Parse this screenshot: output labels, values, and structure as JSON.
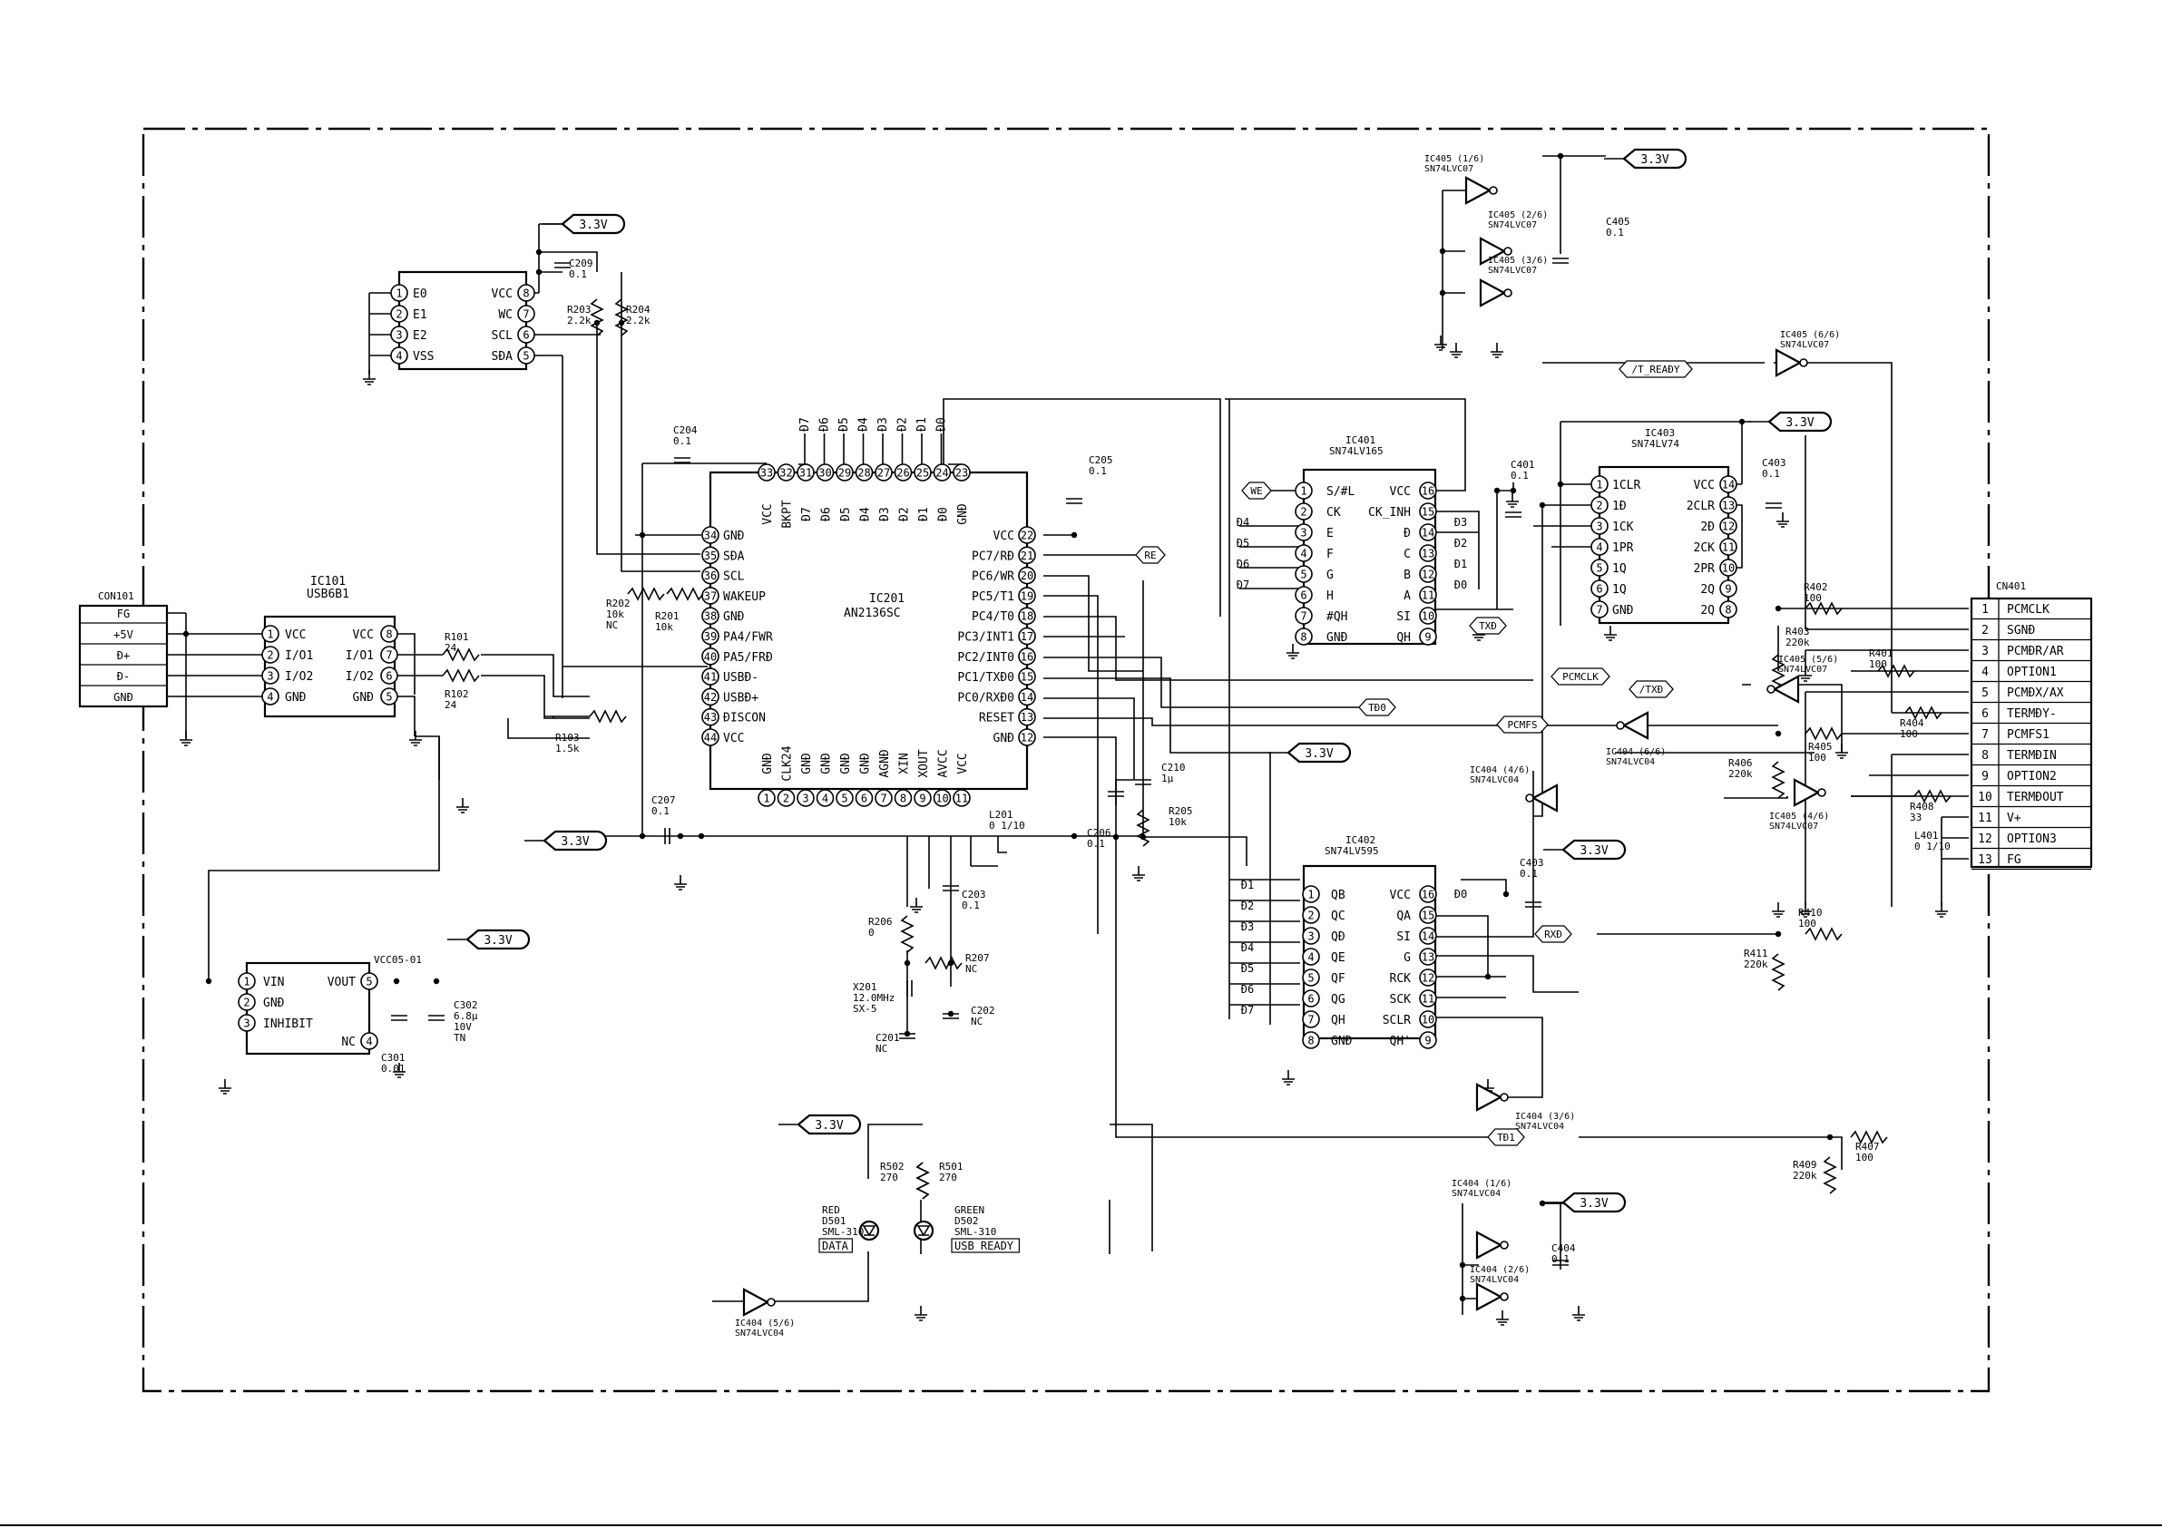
{
  "power_tag": "3.3V",
  "chips": {
    "ic201": {
      "ref": "IC201",
      "part": "AN2136SC",
      "top_pins": [
        {
          "n": "33",
          "name": "VCC"
        },
        {
          "n": "32",
          "name": "BKPT"
        },
        {
          "n": "31",
          "name": "Đ7"
        },
        {
          "n": "30",
          "name": "Đ6"
        },
        {
          "n": "29",
          "name": "Đ5"
        },
        {
          "n": "28",
          "name": "Đ4"
        },
        {
          "n": "27",
          "name": "Đ3"
        },
        {
          "n": "26",
          "name": "Đ2"
        },
        {
          "n": "25",
          "name": "Đ1"
        },
        {
          "n": "24",
          "name": "Đ0"
        },
        {
          "n": "23",
          "name": "GNĐ"
        }
      ],
      "left_pins": [
        {
          "n": "34",
          "name": "GNĐ"
        },
        {
          "n": "35",
          "name": "SĐA"
        },
        {
          "n": "36",
          "name": "SCL"
        },
        {
          "n": "37",
          "name": "WAKEUP"
        },
        {
          "n": "38",
          "name": "GNĐ"
        },
        {
          "n": "39",
          "name": "PA4/FWR"
        },
        {
          "n": "40",
          "name": "PA5/FRĐ"
        },
        {
          "n": "41",
          "name": "USBĐ-"
        },
        {
          "n": "42",
          "name": "USBĐ+"
        },
        {
          "n": "43",
          "name": "ĐISCON"
        },
        {
          "n": "44",
          "name": "VCC"
        }
      ],
      "right_pins": [
        {
          "n": "22",
          "name": "VCC"
        },
        {
          "n": "21",
          "name": "PC7/RĐ"
        },
        {
          "n": "20",
          "name": "PC6/WR"
        },
        {
          "n": "19",
          "name": "PC5/T1"
        },
        {
          "n": "18",
          "name": "PC4/T0"
        },
        {
          "n": "17",
          "name": "PC3/INT1"
        },
        {
          "n": "16",
          "name": "PC2/INT0"
        },
        {
          "n": "15",
          "name": "PC1/TXĐ0"
        },
        {
          "n": "14",
          "name": "PC0/RXĐ0"
        },
        {
          "n": "13",
          "name": "RESET"
        },
        {
          "n": "12",
          "name": "GNĐ"
        }
      ],
      "bottom_pins": [
        {
          "n": "1",
          "name": "GNĐ"
        },
        {
          "n": "2",
          "name": "CLK24"
        },
        {
          "n": "3",
          "name": "GNĐ"
        },
        {
          "n": "4",
          "name": "GNĐ"
        },
        {
          "n": "5",
          "name": "GNĐ"
        },
        {
          "n": "6",
          "name": "GNĐ"
        },
        {
          "n": "7",
          "name": "AGNĐ"
        },
        {
          "n": "8",
          "name": "XIN"
        },
        {
          "n": "9",
          "name": "XOUT"
        },
        {
          "n": "10",
          "name": "AVCC"
        },
        {
          "n": "11",
          "name": "VCC"
        }
      ],
      "bus_labels": [
        "Đ7",
        "Đ6",
        "Đ5",
        "Đ4",
        "Đ3",
        "Đ2",
        "Đ1",
        "Đ0"
      ]
    },
    "eeprom": {
      "ref": "",
      "part": "",
      "left_pins": [
        {
          "n": "1",
          "name": "E0"
        },
        {
          "n": "2",
          "name": "E1"
        },
        {
          "n": "3",
          "name": "E2"
        },
        {
          "n": "4",
          "name": "VSS"
        }
      ],
      "right_pins": [
        {
          "n": "8",
          "name": "VCC"
        },
        {
          "n": "7",
          "name": "WC"
        },
        {
          "n": "6",
          "name": "SCL"
        },
        {
          "n": "5",
          "name": "SĐA"
        }
      ]
    },
    "ic101": {
      "ref": "IC101",
      "part": "USB6B1",
      "left_pins": [
        {
          "n": "1",
          "name": "VCC"
        },
        {
          "n": "2",
          "name": "I/O1"
        },
        {
          "n": "3",
          "name": "I/O2"
        },
        {
          "n": "4",
          "name": "GNĐ"
        }
      ],
      "right_pins": [
        {
          "n": "8",
          "name": "VCC"
        },
        {
          "n": "7",
          "name": "I/O1"
        },
        {
          "n": "6",
          "name": "I/O2"
        },
        {
          "n": "5",
          "name": "GNĐ"
        }
      ]
    },
    "reg": {
      "ref": "VCC05-01",
      "part": "",
      "left_pins": [
        {
          "n": "1",
          "name": "VIN"
        },
        {
          "n": "2",
          "name": "GNĐ"
        },
        {
          "n": "3",
          "name": "INHIBIT"
        }
      ],
      "right_pins": [
        {
          "n": "5",
          "name": "VOUT"
        },
        {
          "n": "4",
          "name": "NC"
        }
      ]
    },
    "ic401": {
      "ref": "IC401",
      "part": "SN74LV165",
      "left_pins": [
        {
          "n": "1",
          "name": "S/#L"
        },
        {
          "n": "2",
          "name": "CK"
        },
        {
          "n": "3",
          "name": "E"
        },
        {
          "n": "4",
          "name": "F"
        },
        {
          "n": "5",
          "name": "G"
        },
        {
          "n": "6",
          "name": "H"
        },
        {
          "n": "7",
          "name": "#QH"
        },
        {
          "n": "8",
          "name": "GNĐ"
        }
      ],
      "right_pins": [
        {
          "n": "16",
          "name": "VCC"
        },
        {
          "n": "15",
          "name": "CK_INH"
        },
        {
          "n": "14",
          "name": "Đ"
        },
        {
          "n": "13",
          "name": "C"
        },
        {
          "n": "12",
          "name": "B"
        },
        {
          "n": "11",
          "name": "A"
        },
        {
          "n": "10",
          "name": "SI"
        },
        {
          "n": "9",
          "name": "QH"
        }
      ]
    },
    "ic403": {
      "ref": "IC403",
      "part": "SN74LV74",
      "left_pins": [
        {
          "n": "1",
          "name": "1CLR"
        },
        {
          "n": "2",
          "name": "1Đ"
        },
        {
          "n": "3",
          "name": "1CK"
        },
        {
          "n": "4",
          "name": "1PR"
        },
        {
          "n": "5",
          "name": "1Q"
        },
        {
          "n": "6",
          "name": "1Q"
        },
        {
          "n": "7",
          "name": "GNĐ"
        }
      ],
      "right_pins": [
        {
          "n": "14",
          "name": "VCC"
        },
        {
          "n": "13",
          "name": "2CLR"
        },
        {
          "n": "12",
          "name": "2Đ"
        },
        {
          "n": "11",
          "name": "2CK"
        },
        {
          "n": "10",
          "name": "2PR"
        },
        {
          "n": "9",
          "name": "2Q"
        },
        {
          "n": "8",
          "name": "2Q"
        }
      ]
    },
    "ic402": {
      "ref": "IC402",
      "part": "SN74LV595",
      "left_pins": [
        {
          "n": "1",
          "name": "QB"
        },
        {
          "n": "2",
          "name": "QC"
        },
        {
          "n": "3",
          "name": "QĐ"
        },
        {
          "n": "4",
          "name": "QE"
        },
        {
          "n": "5",
          "name": "QF"
        },
        {
          "n": "6",
          "name": "QG"
        },
        {
          "n": "7",
          "name": "QH"
        },
        {
          "n": "8",
          "name": "GNĐ"
        }
      ],
      "right_pins": [
        {
          "n": "16",
          "name": "VCC"
        },
        {
          "n": "15",
          "name": "QA"
        },
        {
          "n": "14",
          "name": "SI"
        },
        {
          "n": "13",
          "name": "G"
        },
        {
          "n": "12",
          "name": "RCK"
        },
        {
          "n": "11",
          "name": "SCK"
        },
        {
          "n": "10",
          "name": "SCLR"
        },
        {
          "n": "9",
          "name": "QH'"
        }
      ]
    }
  },
  "con101": {
    "ref": "CON101",
    "pins": [
      "FG",
      "+5V",
      "Đ+",
      "Đ-",
      "GNĐ"
    ]
  },
  "cn401": {
    "ref": "CN401",
    "pins": [
      {
        "n": "1",
        "name": "PCMCLK"
      },
      {
        "n": "2",
        "name": "SGNĐ"
      },
      {
        "n": "3",
        "name": "PCMĐR/AR"
      },
      {
        "n": "4",
        "name": "OPTION1"
      },
      {
        "n": "5",
        "name": "PCMĐX/AX"
      },
      {
        "n": "6",
        "name": "TERMĐY-"
      },
      {
        "n": "7",
        "name": "PCMFS1"
      },
      {
        "n": "8",
        "name": "TERMĐIN"
      },
      {
        "n": "9",
        "name": "OPTION2"
      },
      {
        "n": "10",
        "name": "TERMĐOUT"
      },
      {
        "n": "11",
        "name": "V+"
      },
      {
        "n": "12",
        "name": "OPTION3"
      },
      {
        "n": "13",
        "name": "FG"
      }
    ]
  },
  "buffers": [
    {
      "ref": "IC405 (1/6)",
      "part": "SN74LVC07"
    },
    {
      "ref": "IC405 (2/6)",
      "part": "SN74LVC07"
    },
    {
      "ref": "IC405 (3/6)",
      "part": "SN74LVC07"
    },
    {
      "ref": "IC405 (6/6)",
      "part": "SN74LVC07"
    },
    {
      "ref": "IC405 (5/6)",
      "part": "SN74LVC07"
    },
    {
      "ref": "IC405 (4/6)",
      "part": "SN74LVC07"
    },
    {
      "ref": "IC404 (6/6)",
      "part": "SN74LVC04"
    },
    {
      "ref": "IC404 (4/6)",
      "part": "SN74LVC04"
    },
    {
      "ref": "IC404 (3/6)",
      "part": "SN74LVC04"
    },
    {
      "ref": "IC404 (1/6)",
      "part": "SN74LVC04"
    },
    {
      "ref": "IC404 (2/6)",
      "part": "SN74LVC04"
    },
    {
      "ref": "IC404 (5/6)",
      "part": "SN74LVC04"
    }
  ],
  "nets": [
    "/T_REAĐY",
    "WE",
    "RE",
    "TXĐ",
    "PCMCLK",
    "/TXĐ",
    "TĐ0",
    "PCMFS",
    "RXĐ",
    "TĐ1"
  ],
  "components": [
    {
      "ref": "C209",
      "val": "0.1"
    },
    {
      "ref": "R203",
      "val": "2.2k"
    },
    {
      "ref": "R204",
      "val": "2.2k"
    },
    {
      "ref": "C204",
      "val": "0.1"
    },
    {
      "ref": "R202",
      "val": "10k",
      "extra": "NC"
    },
    {
      "ref": "R201",
      "val": "10k"
    },
    {
      "ref": "R101",
      "val": "24"
    },
    {
      "ref": "R102",
      "val": "24"
    },
    {
      "ref": "R103",
      "val": "1.5k"
    },
    {
      "ref": "C207",
      "val": "0.1"
    },
    {
      "ref": "C205",
      "val": "0.1"
    },
    {
      "ref": "C206",
      "val": "0.1"
    },
    {
      "ref": "C210",
      "val": "1µ"
    },
    {
      "ref": "R205",
      "val": "10k"
    },
    {
      "ref": "L201",
      "val": "0 1/10"
    },
    {
      "ref": "C203",
      "val": "0.1"
    },
    {
      "ref": "R206",
      "val": "0"
    },
    {
      "ref": "R207",
      "val": "NC"
    },
    {
      "ref": "X201",
      "val": "12.0MHz",
      "extra": "SX-5"
    },
    {
      "ref": "C202",
      "val": "NC"
    },
    {
      "ref": "C201",
      "val": "NC"
    },
    {
      "ref": "C302",
      "val": "6.8µ",
      "extra": "10V TN"
    },
    {
      "ref": "C301",
      "val": "0.01"
    },
    {
      "ref": "C405",
      "val": "0.1"
    },
    {
      "ref": "C401",
      "val": "0.1"
    },
    {
      "ref": "C403",
      "val": "0.1"
    },
    {
      "ref": "C404",
      "val": "0.1"
    },
    {
      "ref": "R402",
      "val": "100"
    },
    {
      "ref": "R403",
      "val": "220k"
    },
    {
      "ref": "R401",
      "val": "100"
    },
    {
      "ref": "R404",
      "val": "100"
    },
    {
      "ref": "R405",
      "val": "100"
    },
    {
      "ref": "R406",
      "val": "220k"
    },
    {
      "ref": "R408",
      "val": "33"
    },
    {
      "ref": "L401",
      "val": "0 1/10"
    },
    {
      "ref": "R410",
      "val": "100"
    },
    {
      "ref": "R411",
      "val": "220k"
    },
    {
      "ref": "R409",
      "val": "220k"
    },
    {
      "ref": "R407",
      "val": "100"
    },
    {
      "ref": "R502",
      "val": "270"
    },
    {
      "ref": "R501",
      "val": "270"
    }
  ],
  "leds": [
    {
      "color": "RED",
      "ref": "D501",
      "part": "SML-310",
      "label": "DATA"
    },
    {
      "color": "GREEN",
      "ref": "D502",
      "part": "SML-310",
      "label": "USB READY"
    }
  ]
}
